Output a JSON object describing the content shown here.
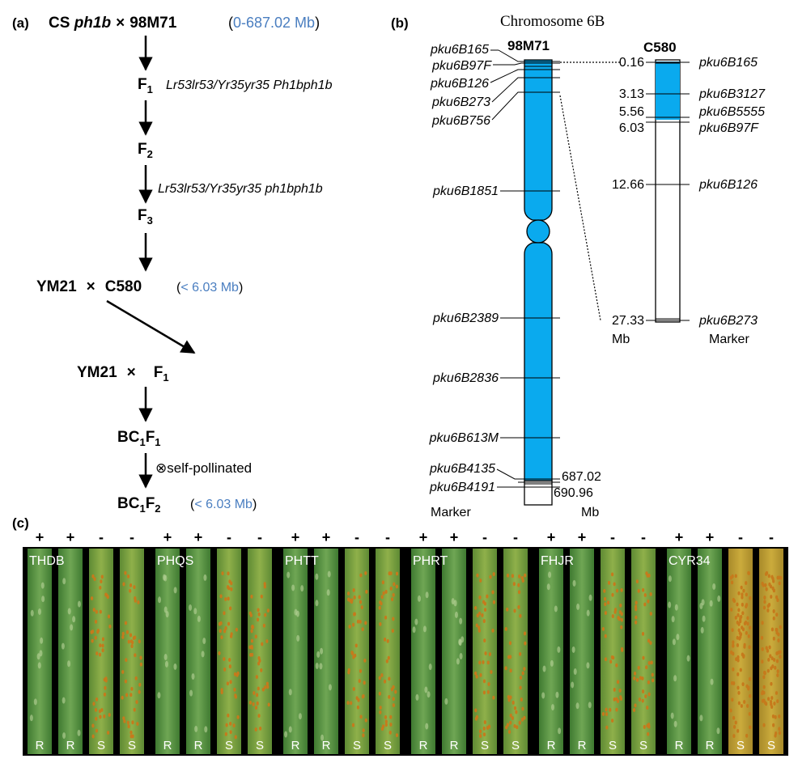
{
  "panel_a": {
    "label": "(a)",
    "cross1": {
      "left_prefix": "CS ",
      "left_italic": "ph1b",
      "times": "×",
      "right": "98M71",
      "range_open": "(",
      "range": "0-687.02 Mb",
      "range_close": ")"
    },
    "f1": {
      "base": "F",
      "sub": "1",
      "genotype": "Lr53lr53/Yr35yr35  Ph1bph1b"
    },
    "f2": {
      "base": "F",
      "sub": "2",
      "genotype": "Lr53lr53/Yr35yr35  ph1bph1b"
    },
    "f3": {
      "base": "F",
      "sub": "3"
    },
    "cross2": {
      "left": "YM21",
      "times": "×",
      "right": "C580",
      "range_open": "(",
      "range": "< 6.03 Mb",
      "range_close": ")"
    },
    "cross3": {
      "left": "YM21",
      "times": "×",
      "right_base": "F",
      "right_sub": "1"
    },
    "bc1f1": {
      "b1": "BC",
      "s1": "1",
      "b2": "F",
      "s2": "1"
    },
    "self_note": "⊗self-pollinated",
    "bc1f2": {
      "b1": "BC",
      "s1": "1",
      "b2": "F",
      "s2": "2",
      "range_open": "(",
      "range": "< 6.03 Mb",
      "range_close": ")"
    }
  },
  "panel_b": {
    "label": "(b)",
    "title": "Chromosome 6B",
    "left_name": "98M71",
    "right_name": "C580",
    "colors": {
      "fill": "#0aaaee",
      "stroke": "#000000"
    },
    "left_markers": [
      {
        "name": "pku6B165"
      },
      {
        "name": "pku6B97F"
      },
      {
        "name": "pku6B126"
      },
      {
        "name": "pku6B273"
      },
      {
        "name": "pku6B756"
      },
      {
        "name": "pku6B1851"
      },
      {
        "name": "pku6B2389"
      },
      {
        "name": "pku6B2836"
      },
      {
        "name": "pku6B613M"
      },
      {
        "name": "pku6B4135"
      },
      {
        "name": "pku6B4191"
      }
    ],
    "left_positions": [
      "687.02",
      "690.96"
    ],
    "right_markers": [
      {
        "pos": "0.16",
        "name": "pku6B165"
      },
      {
        "pos": "3.13",
        "name": "pku6B3127"
      },
      {
        "pos": "5.56",
        "name": "pku6B5555"
      },
      {
        "pos": "6.03",
        "name": "pku6B97F"
      },
      {
        "pos": "12.66",
        "name": "pku6B126"
      },
      {
        "pos": "27.33",
        "name": "pku6B273"
      }
    ],
    "left_footer": {
      "marker": "Marker",
      "mb": "Mb"
    },
    "right_footer": {
      "mb": "Mb",
      "marker": "Marker"
    }
  },
  "panel_c": {
    "label": "(c)",
    "groups": [
      {
        "name": "THDB",
        "signs": [
          "+",
          "+",
          "-",
          "-"
        ],
        "reactions": [
          "R",
          "R",
          "S",
          "S"
        ]
      },
      {
        "name": "PHQS",
        "signs": [
          "+",
          "+",
          "-",
          "-"
        ],
        "reactions": [
          "R",
          "R",
          "S",
          "S"
        ]
      },
      {
        "name": "PHTT",
        "signs": [
          "+",
          "+",
          "-",
          "-"
        ],
        "reactions": [
          "R",
          "R",
          "S",
          "S"
        ]
      },
      {
        "name": "PHRT",
        "signs": [
          "+",
          "+",
          "-",
          "-"
        ],
        "reactions": [
          "R",
          "R",
          "S",
          "S"
        ]
      },
      {
        "name": "FHJR",
        "signs": [
          "+",
          "+",
          "-",
          "-"
        ],
        "reactions": [
          "R",
          "R",
          "S",
          "S"
        ]
      },
      {
        "name": "CYR34",
        "signs": [
          "+",
          "+",
          "-",
          "-"
        ],
        "reactions": [
          "R",
          "R",
          "S",
          "S"
        ]
      }
    ],
    "colors": {
      "resistant_leaf": "#4f8a3c",
      "susceptible_leaf": "#7f9a3a",
      "pustule": "#c67a1c",
      "background": "#000000"
    }
  }
}
